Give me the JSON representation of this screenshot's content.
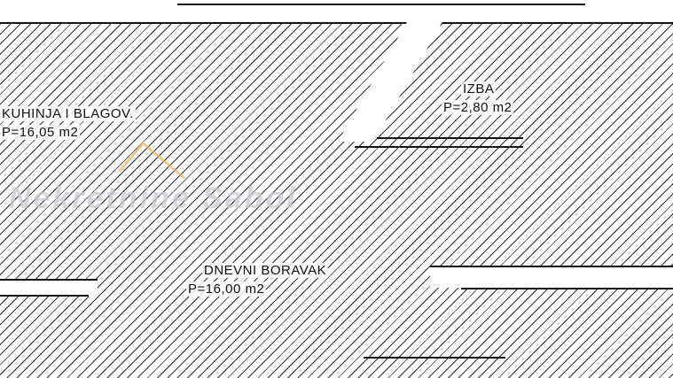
{
  "rooms": [
    {
      "name": "KUHINJA I BLAGOV.",
      "area": "P=16,05 m2"
    },
    {
      "name": "IZBA",
      "area": "P=2,80 m2"
    },
    {
      "name": "DNEVNI BORAVAK",
      "area": "P=16,00 m2"
    }
  ],
  "watermark": "Nekretnine Sabol"
}
